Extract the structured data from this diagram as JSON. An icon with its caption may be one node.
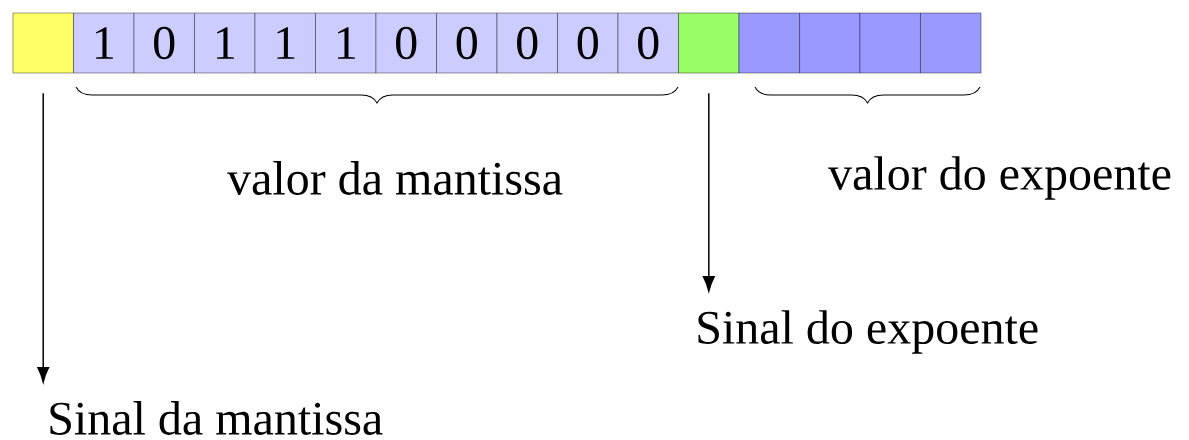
{
  "diagram": {
    "nodes": [
      {
        "text": [],
        "shape": "box"
      },
      {
        "text": [
          "1"
        ]
      },
      {
        "text": [
          "0"
        ]
      },
      {
        "text": [
          "1"
        ]
      },
      {
        "text": [
          "1"
        ]
      },
      {
        "text": [
          "1"
        ]
      },
      {
        "text": [
          "0"
        ]
      },
      {
        "text": [
          "0"
        ]
      },
      {
        "text": [
          "0"
        ]
      },
      {
        "text": [
          "0"
        ]
      },
      {
        "text": [
          "0"
        ]
      },
      {
        "text": [],
        "shape": "box"
      },
      {
        "text": [],
        "shape": "box"
      },
      {
        "text": [],
        "shape": "box"
      },
      {
        "text": [],
        "shape": "box"
      },
      {
        "text": [],
        "shape": "box"
      },
      {
        "text": [
          "Sinal da mantissa"
        ]
      },
      {
        "text": [
          "Sinal do expoente"
        ]
      }
    ],
    "edges": [
      {
        "from": 0,
        "to": 16,
        "arrow": "to"
      },
      {
        "from": 11,
        "to": 17,
        "arrow": "to"
      }
    ],
    "labels": [
      "valor da mantissa",
      "valor do expoente"
    ]
  }
}
